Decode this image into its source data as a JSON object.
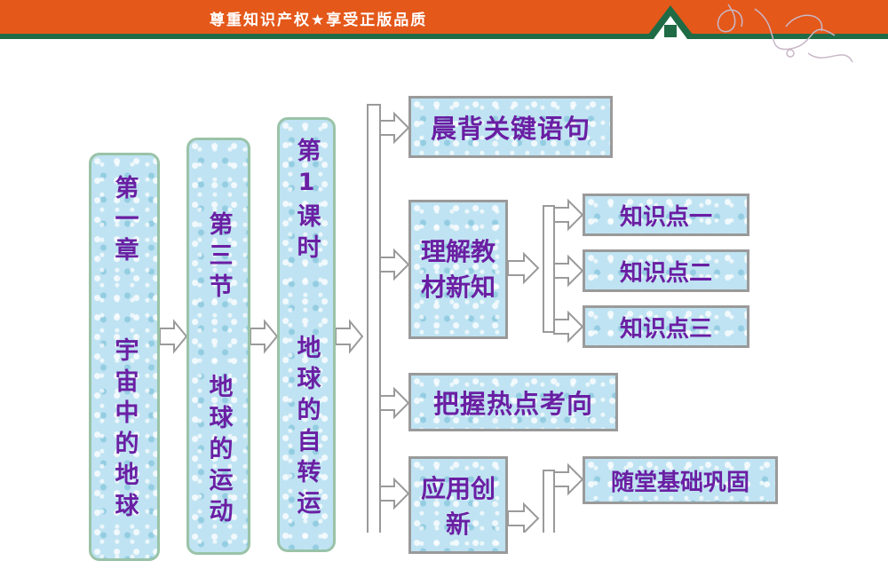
{
  "header": {
    "slogan": "尊重知识产权★享受正版品质"
  },
  "diagram": {
    "chapter": "第一章  宇宙中的地球",
    "section": "第三节  地球的运动",
    "lesson": "第1课时  地球的自转运",
    "items": {
      "morning_recite": "晨背关键语句",
      "understand_textbook": "理解教材新知",
      "knowledge_point_1": "知识点一",
      "knowledge_point_2": "知识点二",
      "knowledge_point_3": "知识点三",
      "grasp_hotspots": "把握热点考向",
      "apply_innovate": "应用创新",
      "classroom_consolidate": "随堂基础巩固"
    }
  },
  "colors": {
    "banner": "#e4581a",
    "banner_stripe": "#1f6b45",
    "text": "#6a1fa3",
    "box_fill": "#bfe3f2",
    "border": "#9a9a9a"
  }
}
